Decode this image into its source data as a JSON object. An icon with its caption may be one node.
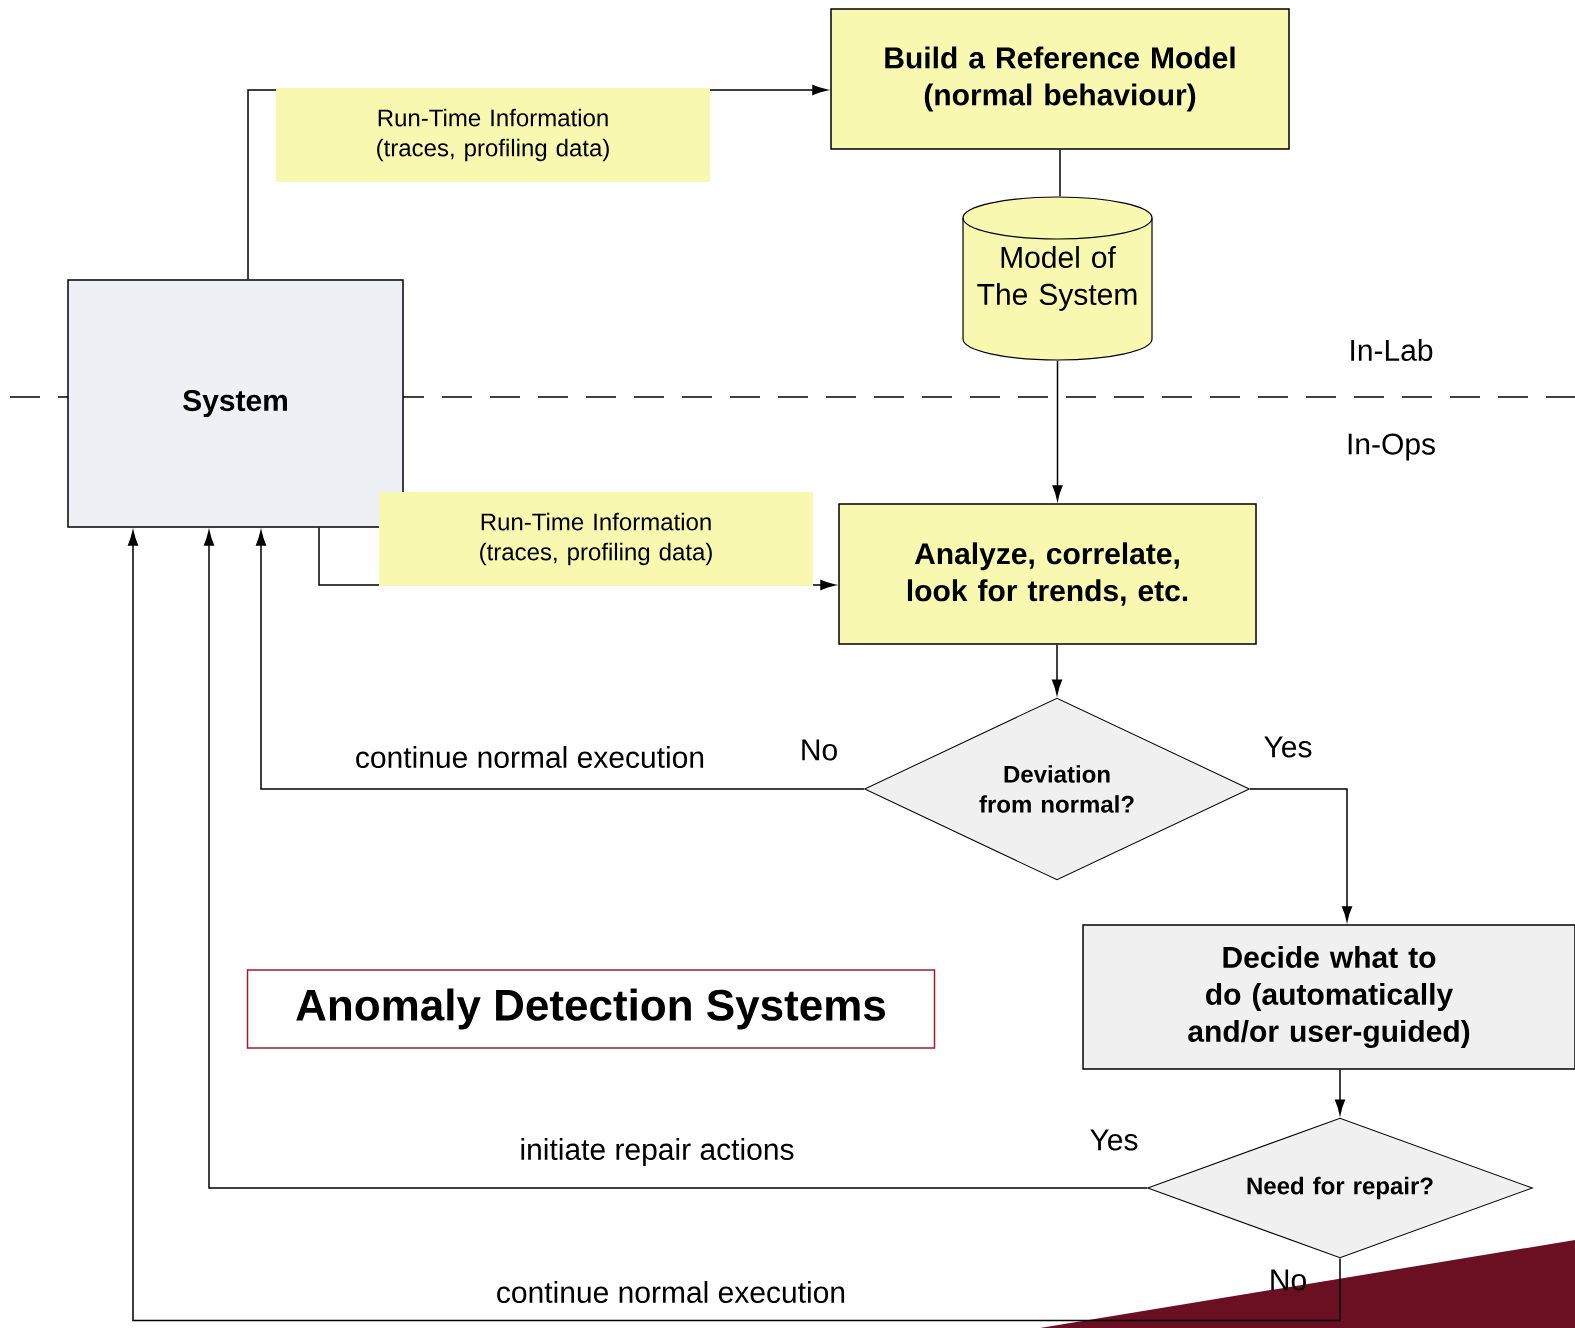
{
  "diagram": {
    "title": "Anomaly Detection Systems",
    "nodes": [
      {
        "text": [
          "System"
        ]
      },
      {
        "text": [
          "Build a Reference Model (normal behaviour)"
        ]
      },
      {
        "text": [
          "Model of The System"
        ]
      },
      {
        "text": [
          "Analyze, correlate, look for trends, etc."
        ]
      },
      {
        "text": [
          "Deviation from normal?"
        ]
      },
      {
        "text": [
          "Decide what to do (automatically and/or user-guided)"
        ]
      },
      {
        "text": [
          "Need for repair?"
        ]
      }
    ],
    "edges": [
      {
        "from": 0,
        "to": 1,
        "arrow": "to",
        "label": "Run-Time Information (traces, profiling data)"
      },
      {
        "from": 1,
        "to": 2,
        "arrow": "none"
      },
      {
        "from": 2,
        "to": 3,
        "arrow": "to"
      },
      {
        "from": 0,
        "to": 3,
        "arrow": "to",
        "label": "Run-Time Information (traces, profiling data)"
      },
      {
        "from": 3,
        "to": 4,
        "arrow": "to"
      },
      {
        "from": 4,
        "to": 0,
        "arrow": "to",
        "label": "continue normal execution"
      },
      {
        "from": 4,
        "to": 5,
        "arrow": "to"
      },
      {
        "from": 5,
        "to": 6,
        "arrow": "to"
      },
      {
        "from": 6,
        "to": 0,
        "arrow": "to",
        "label": "initiate repair actions"
      },
      {
        "from": 6,
        "to": 0,
        "arrow": "to",
        "label": "continue normal execution"
      }
    ],
    "labels": [
      "In-Lab",
      "In-Ops",
      "No",
      "Yes",
      "Yes",
      "No"
    ]
  }
}
